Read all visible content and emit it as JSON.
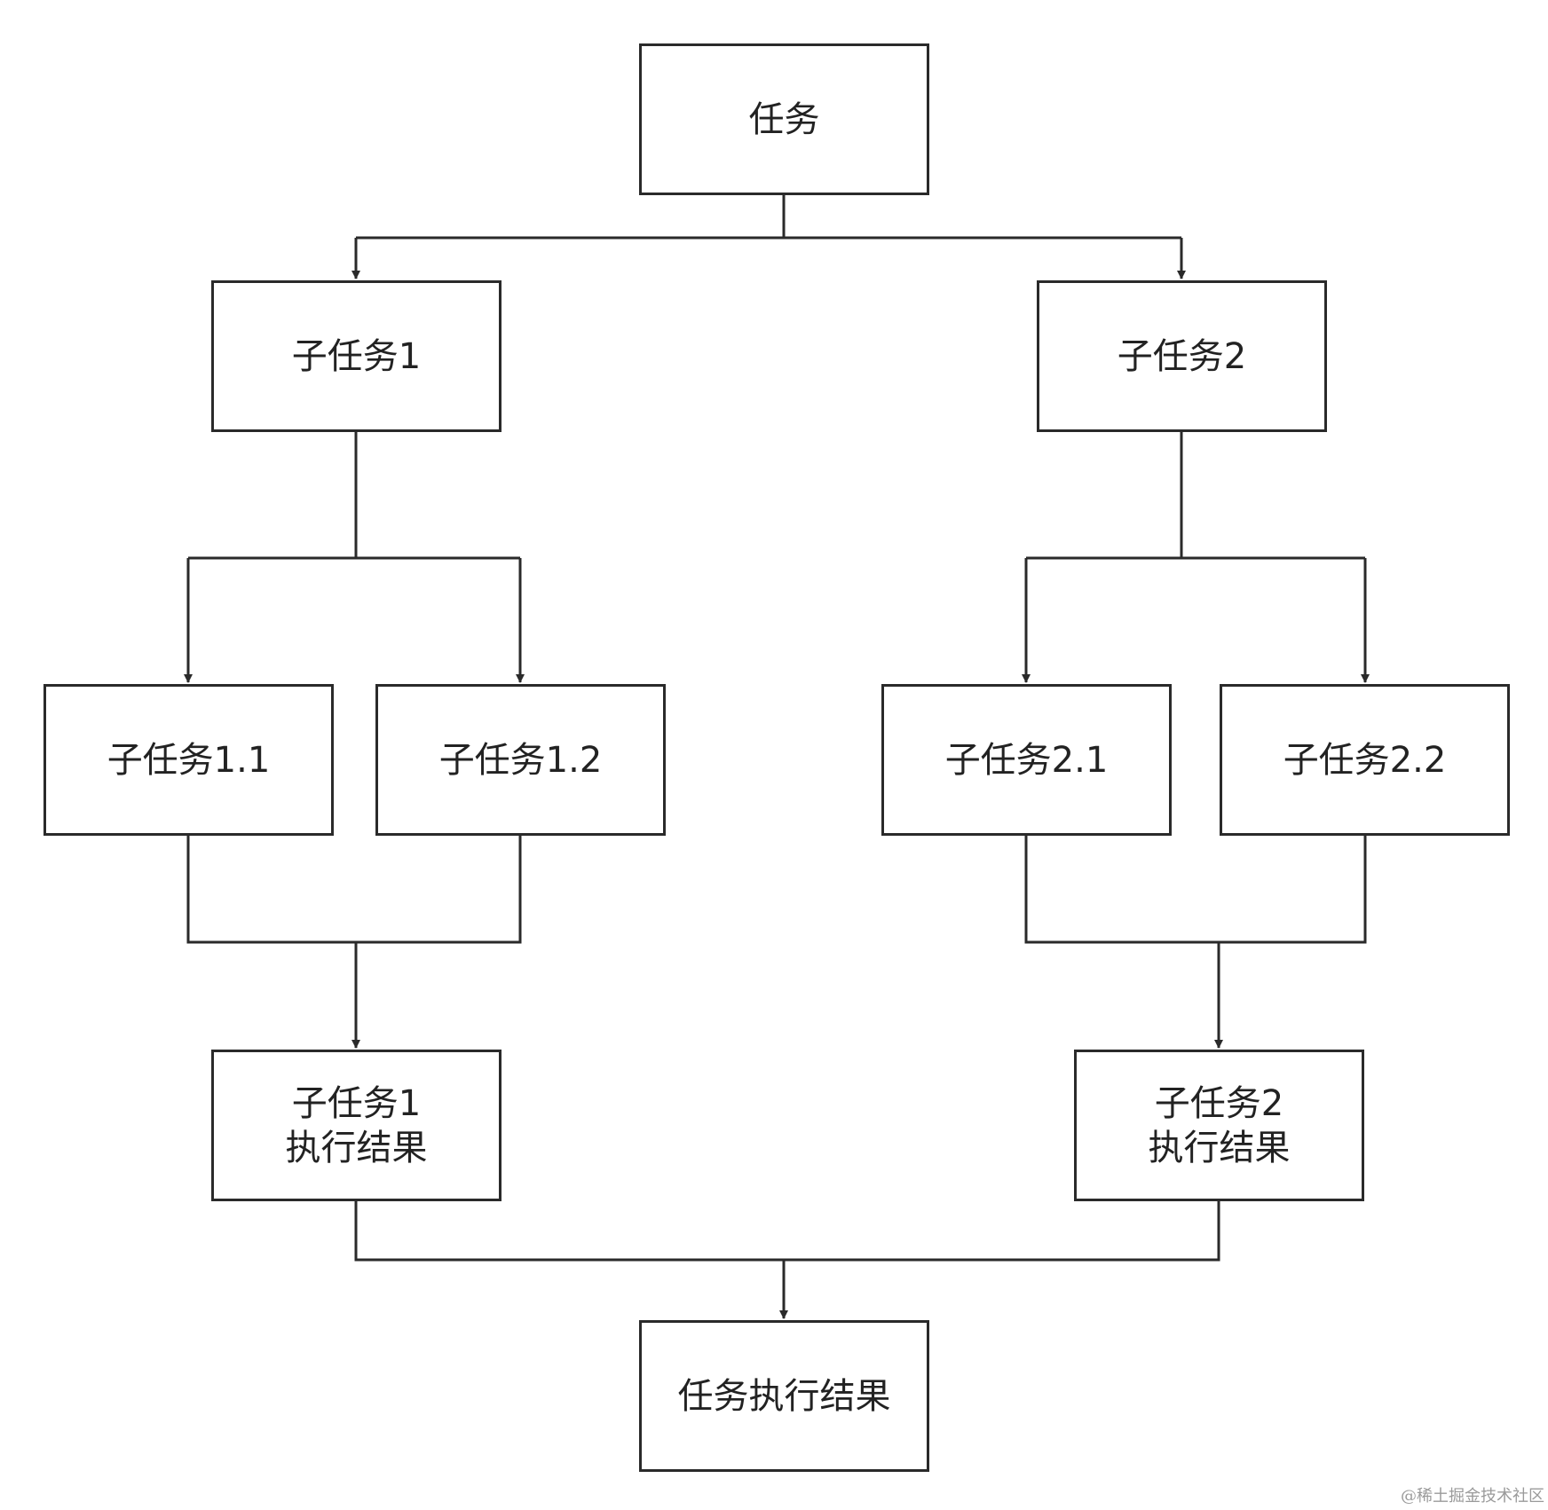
{
  "colors": {
    "stroke": "#2a2a2a",
    "text": "#222222",
    "background": "#ffffff",
    "watermark": "#9a9a9a"
  },
  "nodes": {
    "task": {
      "lines": [
        "任务"
      ]
    },
    "subtask_1": {
      "lines": [
        "子任务1"
      ]
    },
    "subtask_2": {
      "lines": [
        "子任务2"
      ]
    },
    "subtask_1_1": {
      "lines": [
        "子任务1.1"
      ]
    },
    "subtask_1_2": {
      "lines": [
        "子任务1.2"
      ]
    },
    "subtask_2_1": {
      "lines": [
        "子任务2.1"
      ]
    },
    "subtask_2_2": {
      "lines": [
        "子任务2.2"
      ]
    },
    "subtask_1_result": {
      "lines": [
        "子任务1",
        "执行结果"
      ]
    },
    "subtask_2_result": {
      "lines": [
        "子任务2",
        "执行结果"
      ]
    },
    "task_result": {
      "lines": [
        "任务执行结果"
      ]
    }
  },
  "edges": [
    {
      "from": "task",
      "to": "subtask_1"
    },
    {
      "from": "task",
      "to": "subtask_2"
    },
    {
      "from": "subtask_1",
      "to": "subtask_1_1"
    },
    {
      "from": "subtask_1",
      "to": "subtask_1_2"
    },
    {
      "from": "subtask_2",
      "to": "subtask_2_1"
    },
    {
      "from": "subtask_2",
      "to": "subtask_2_2"
    },
    {
      "from": "subtask_1_1",
      "to": "subtask_1_result"
    },
    {
      "from": "subtask_1_2",
      "to": "subtask_1_result"
    },
    {
      "from": "subtask_2_1",
      "to": "subtask_2_result"
    },
    {
      "from": "subtask_2_2",
      "to": "subtask_2_result"
    },
    {
      "from": "subtask_1_result",
      "to": "task_result"
    },
    {
      "from": "subtask_2_result",
      "to": "task_result"
    }
  ],
  "watermark": "@稀土掘金技术社区"
}
